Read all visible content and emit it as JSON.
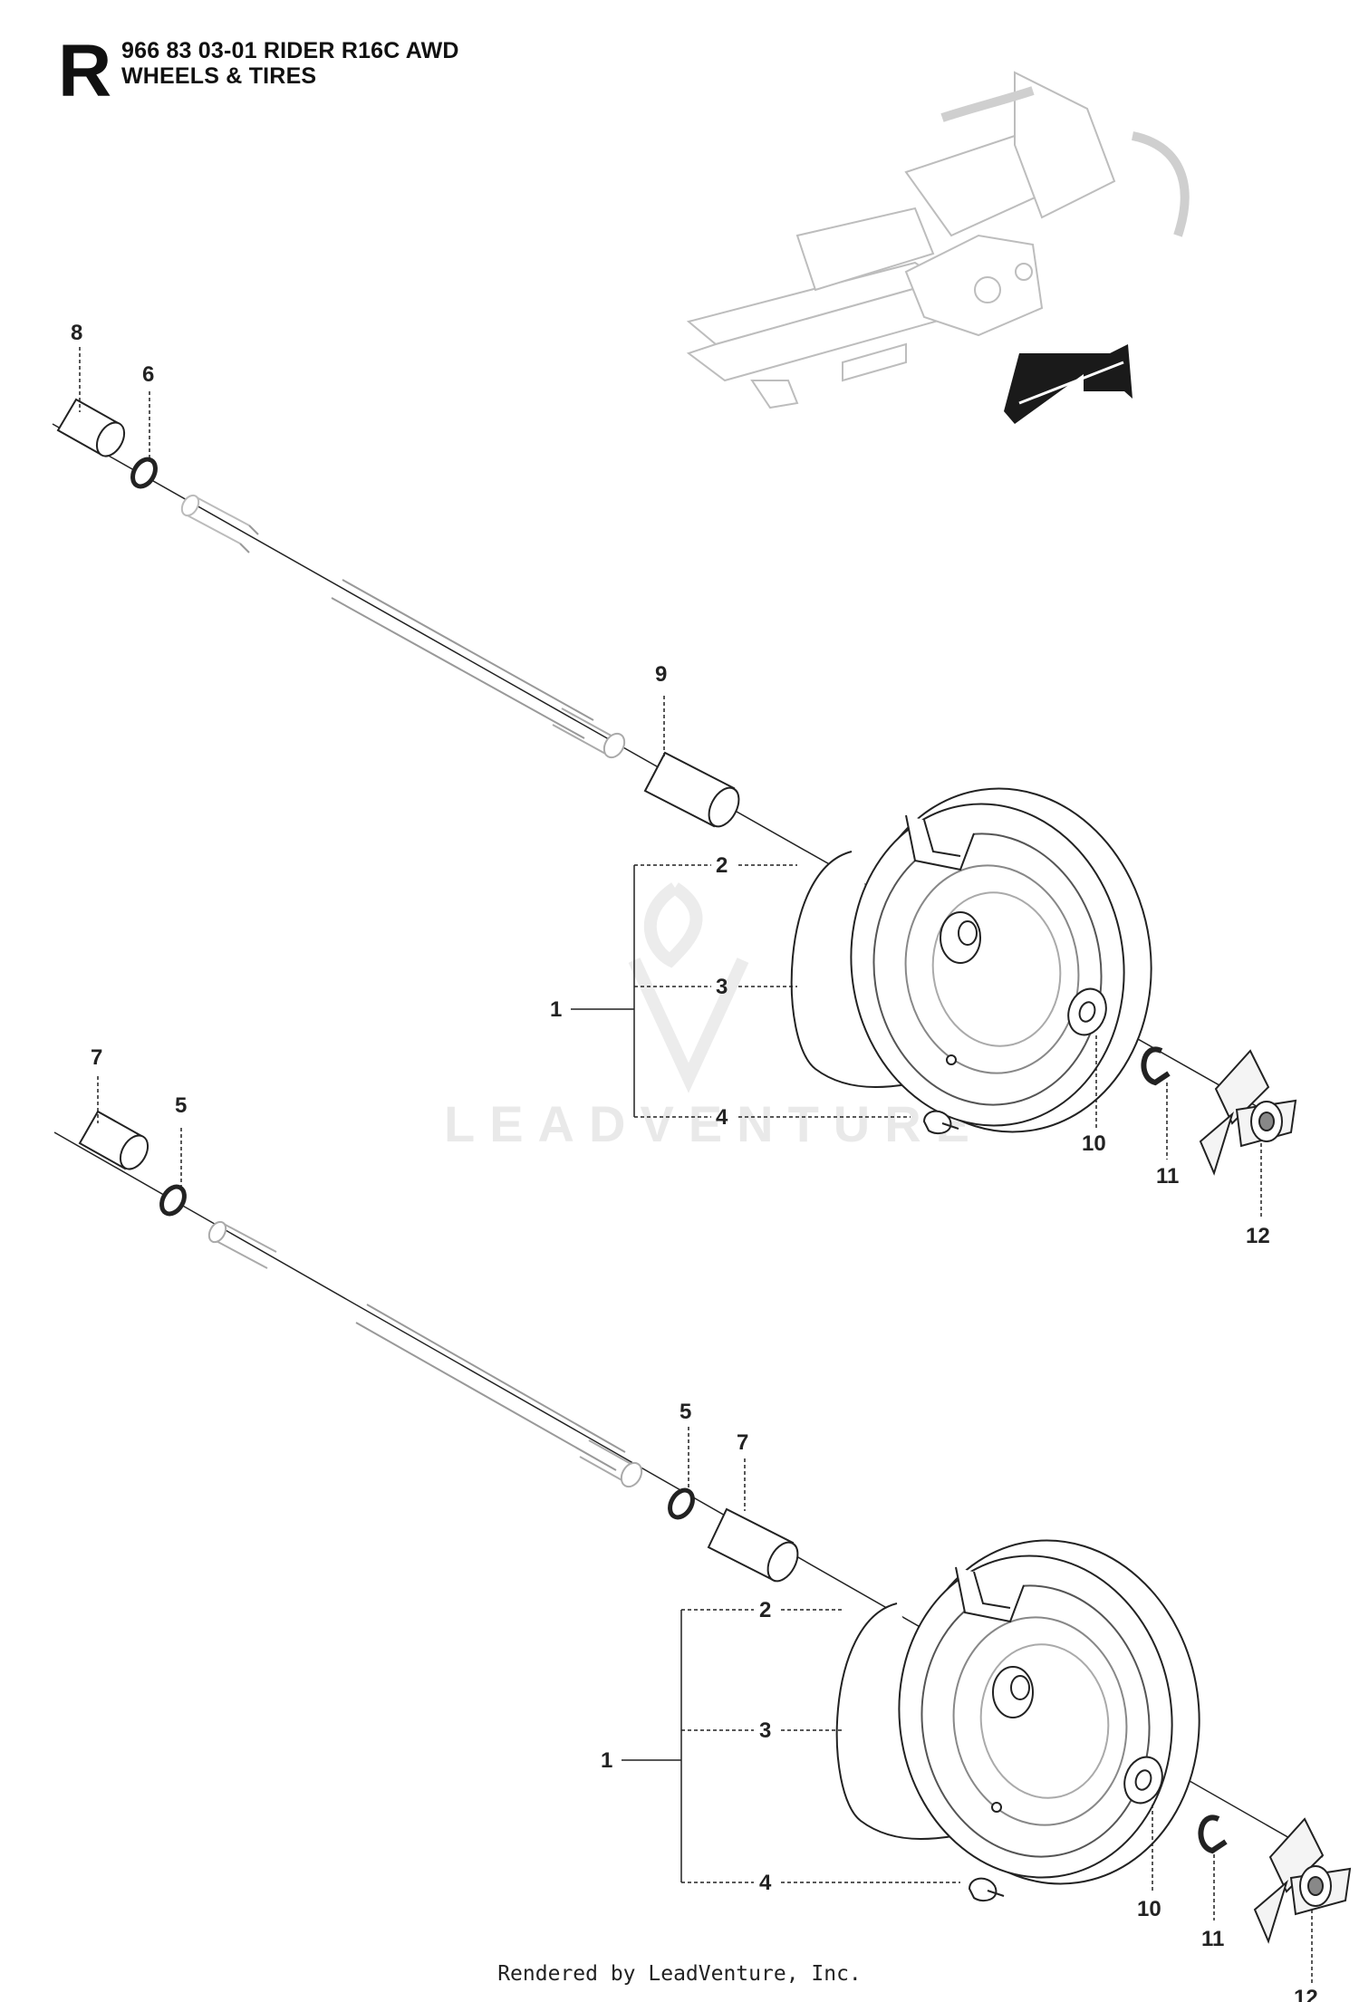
{
  "header": {
    "section_letter": "R",
    "line1": "966 83 03-01 RIDER R16C AWD",
    "line2": "WHEELS & TIRES"
  },
  "watermark": "LEADVENTURE",
  "footer": "Rendered by LeadVenture, Inc.",
  "callouts": {
    "front": {
      "n8": "8",
      "n6": "6",
      "n9": "9",
      "n2": "2",
      "n3": "3",
      "n1": "1",
      "n4": "4",
      "n10": "10",
      "n11": "11",
      "n12": "12"
    },
    "mid": {
      "n7": "7",
      "n5": "5"
    },
    "rear": {
      "n5": "5",
      "n7": "7",
      "n2": "2",
      "n3": "3",
      "n1": "1",
      "n4": "4",
      "n10": "10",
      "n11": "11",
      "n12": "12"
    }
  },
  "colors": {
    "line": "#222222",
    "light": "#bdbdbd",
    "arrow": "#1a1a1a"
  }
}
